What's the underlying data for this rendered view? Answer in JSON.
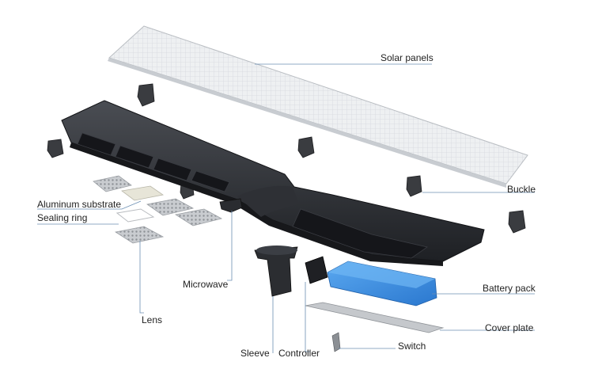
{
  "labels": {
    "solar_panels": "Solar panels",
    "buckle": "Buckle",
    "aluminum_substrate": "Aluminum substrate",
    "sealing_ring": "Sealing ring",
    "microwave": "Microwave",
    "battery_pack": "Battery pack",
    "cover_plate": "Cover plate",
    "lens": "Lens",
    "sleeve": "Sleeve",
    "controller": "Controller",
    "switch": "Switch"
  },
  "colors": {
    "leader_line": "#6b8fb3",
    "housing": "#2b2d31",
    "panel": "#eceef0",
    "battery": "#3d8fe0"
  }
}
